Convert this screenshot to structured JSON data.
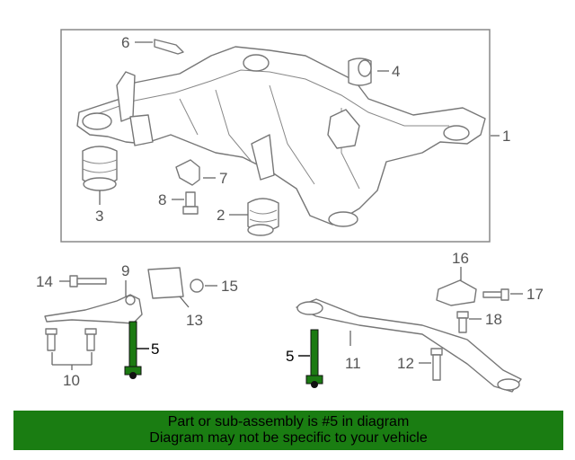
{
  "diagram": {
    "callouts": {
      "c1": "1",
      "c2": "2",
      "c3": "3",
      "c4": "4",
      "c5a": "5",
      "c5b": "5",
      "c6": "6",
      "c7": "7",
      "c8": "8",
      "c9": "9",
      "c10": "10",
      "c11": "11",
      "c12": "12",
      "c13": "13",
      "c14": "14",
      "c15": "15",
      "c16": "16",
      "c17": "17",
      "c18": "18"
    },
    "highlight_color": "#1c7a12",
    "outline_color": "#777777"
  },
  "banner": {
    "line1": "Part or sub-assembly is #5 in diagram",
    "line2": "Diagram may not be specific to your vehicle",
    "background": "#1a7d12"
  }
}
